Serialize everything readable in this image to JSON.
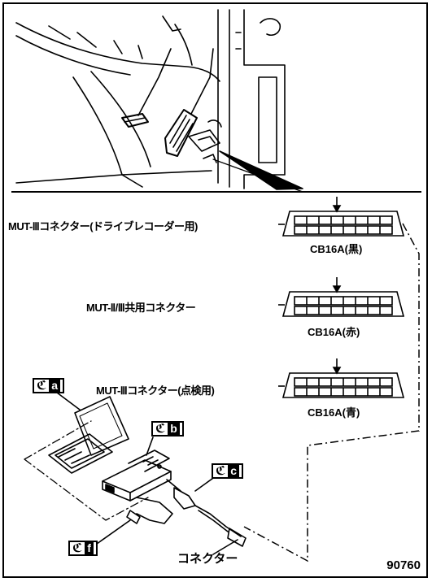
{
  "connectors": [
    {
      "name": "MUT-Ⅲコネクター(ドライブレコーダー用)",
      "code": "CB16A(黒)"
    },
    {
      "name": "MUT-Ⅱ/Ⅲ共用コネクター",
      "code": "CB16A(赤)"
    },
    {
      "name": "MUT-Ⅲコネクター(点検用)",
      "code": "CB16A(青)"
    }
  ],
  "tool_tags": [
    {
      "symbol": "ℭ",
      "letter": "a"
    },
    {
      "symbol": "ℭ",
      "letter": "b"
    },
    {
      "symbol": "ℭ",
      "letter": "c"
    },
    {
      "symbol": "ℭ",
      "letter": "f"
    }
  ],
  "bottom_connector_label": "コネクター",
  "figure_number": "90760",
  "icons": [
    "pedal-area-illustration",
    "laptop-icon",
    "vci-unit-icon",
    "cable-icon",
    "diagnostic-connector-icon"
  ]
}
